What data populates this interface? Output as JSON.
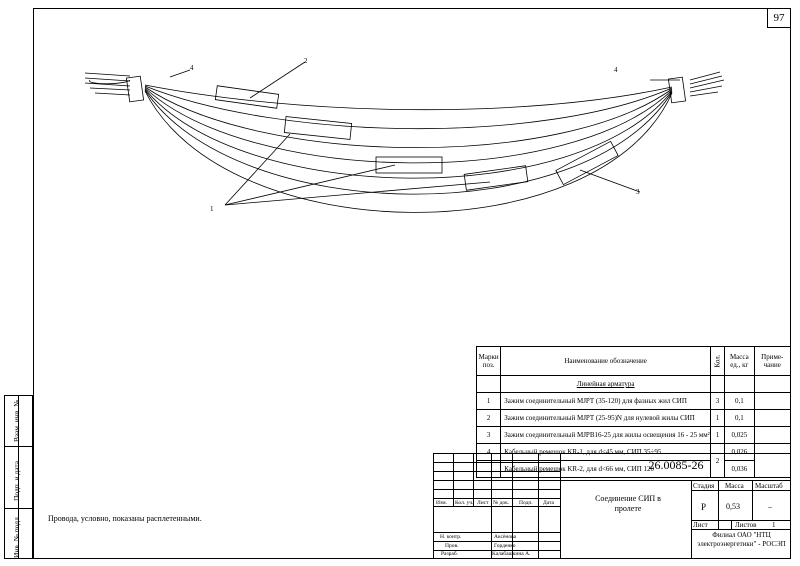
{
  "page_number": "97",
  "drawing_labels": {
    "l1": "1",
    "l2": "2",
    "l3": "3",
    "l4a": "4",
    "l4b": "4"
  },
  "note": "Провода, условно, показаны расплетенными.",
  "spec_table": {
    "headers": {
      "mark": "Марки поз.",
      "name": "Наименование обозначение",
      "qty": "Кол.",
      "mass": "Масса ед., кг",
      "remark": "Приме-чание"
    },
    "section": "Линейная арматура",
    "rows": [
      {
        "mark": "1",
        "name": "Зажим соединительный МЈРТ (35-120) для фазных жил СИП",
        "qty": "3",
        "mass": "0,1",
        "remark": ""
      },
      {
        "mark": "2",
        "name": "Зажим соединительный МЈРТ (25-95)N для нулевой жилы СИП",
        "qty": "1",
        "mass": "0,1",
        "remark": ""
      },
      {
        "mark": "3",
        "name": "Зажим соединительный МЈРВ16-25 для жилы освещения 16 - 25 мм²",
        "qty": "1",
        "mass": "0,025",
        "remark": ""
      },
      {
        "mark": "4",
        "name": "Кабельный ремешок KR-1, для d<45 мм, СИП 35÷95",
        "qty": "2",
        "mass": "0,026",
        "remark": ""
      },
      {
        "mark": "",
        "name": "Кабельный ремешок KR-2, для d<66 мм, СИП 120",
        "qty": "",
        "mass": "0,036",
        "remark": ""
      }
    ]
  },
  "title_block": {
    "doc_number": "26.0085-26",
    "title": "Соединение СИП в пролете",
    "stage_label": "Стадия",
    "mass_label": "Масса",
    "scale_label": "Масштаб",
    "stage": "Р",
    "mass": "0,53",
    "scale": "–",
    "sheet_label": "Лист",
    "sheets_label": "Листов",
    "sheets": "1",
    "org": "Филиал ОАО \"НТЦ электроэнергетики\" - РОСЭП",
    "columns": {
      "change": "Изм.",
      "count": "Кол. уч.",
      "sheet": "Лист",
      "docno": "№ док.",
      "sign": "Подп.",
      "date": "Дата"
    },
    "people": [
      {
        "role": "Н. контр.",
        "name": "Аксёнова"
      },
      {
        "role": "Пров.",
        "name": "Горденко"
      },
      {
        "role": "Разраб.",
        "name": "Калабашкина А."
      }
    ]
  },
  "left_strip": {
    "inv_orig": "Инв. № подл.",
    "sign_date": "Подп. и дата",
    "inv_repl": "Взам. инв. №"
  }
}
